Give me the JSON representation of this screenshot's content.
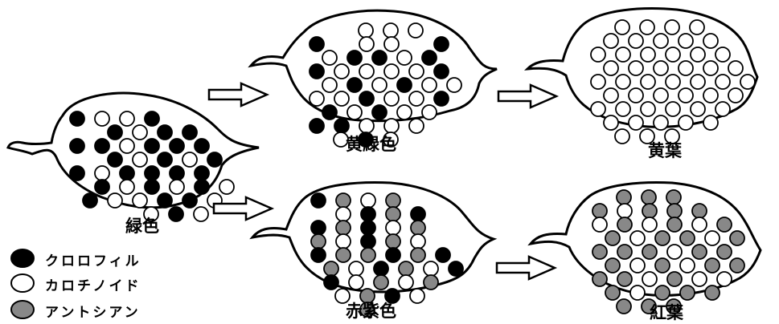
{
  "labels": {
    "green": "緑色",
    "yellow_green": "黄緑色",
    "yellow_leaf": "黄葉",
    "red_purple": "赤紫色",
    "red_leaf": "紅葉"
  },
  "legend": [
    {
      "label": "クロロフィル",
      "color": "#000000"
    },
    {
      "label": "カロチノイド",
      "color": "#ffffff"
    },
    {
      "label": "アントシアン",
      "color": "#888888"
    }
  ],
  "colors": {
    "chlorophyll": "#000000",
    "carotenoid": "#ffffff",
    "anthocyanin": "#888888",
    "outline": "#000000"
  }
}
